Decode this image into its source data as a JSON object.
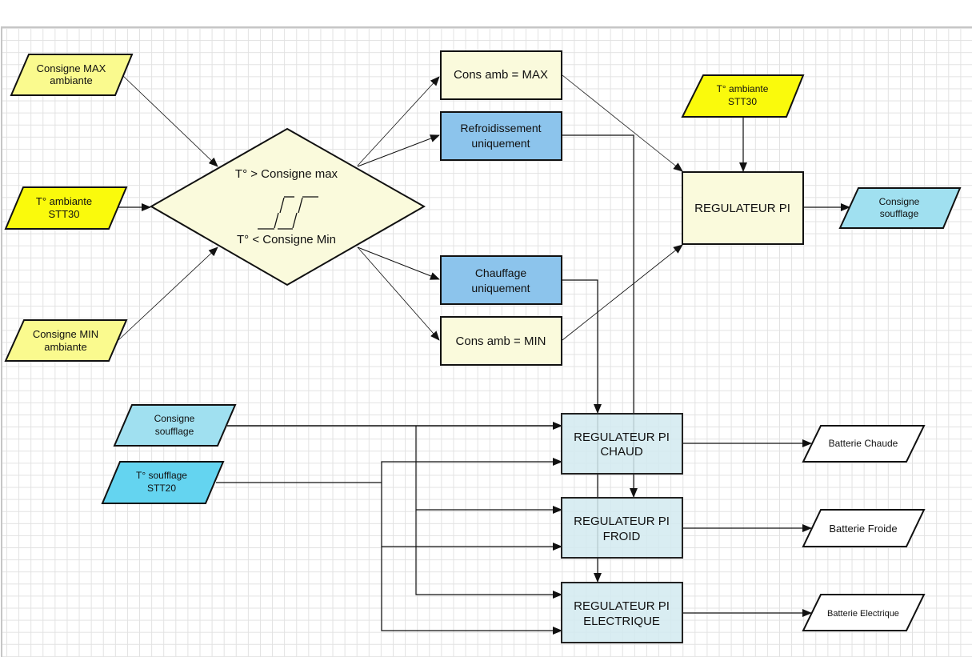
{
  "colors": {
    "pale_yellow": "#fafa8e",
    "bright_yellow": "#fafa0c",
    "cream": "#fafadc",
    "mid_blue": "#8cc4ec",
    "light_cyan": "#a0e0f0",
    "cyan": "#64d4f0",
    "pale_cyan": "#d2eaf0",
    "white": "#ffffff",
    "stroke": "#111111"
  },
  "nodes": {
    "consigne_max_ambiante": {
      "lines": [
        "Consigne MAX",
        "ambiante"
      ]
    },
    "t_ambiante_left": {
      "lines": [
        "T° ambiante",
        "STT30"
      ]
    },
    "consigne_min_ambiante": {
      "lines": [
        "Consigne MIN",
        "ambiante"
      ]
    },
    "decision": {
      "top": "T° > Consigne max",
      "bottom": "T° < Consigne Min",
      "hysteresis": [
        "__ __",
        "/ /",
        "__/__/"
      ]
    },
    "cons_amb_max": {
      "lines": [
        "Cons amb = MAX"
      ]
    },
    "refroidissement": {
      "lines": [
        "Refroidissement",
        "uniquement"
      ]
    },
    "chauffage": {
      "lines": [
        "Chauffage",
        "uniquement"
      ]
    },
    "cons_amb_min": {
      "lines": [
        "Cons amb = MIN"
      ]
    },
    "t_ambiante_top": {
      "lines": [
        "T° ambiante",
        "STT30"
      ]
    },
    "regulateur_pi": {
      "lines": [
        "REGULATEUR PI"
      ]
    },
    "consigne_soufflage_right": {
      "lines": [
        "Consigne",
        "soufflage"
      ]
    },
    "consigne_soufflage_left": {
      "lines": [
        "Consigne",
        "soufflage"
      ]
    },
    "t_soufflage": {
      "lines": [
        "T° soufflage",
        "STT20"
      ]
    },
    "reg_chaud": {
      "lines": [
        "REGULATEUR PI",
        "CHAUD"
      ]
    },
    "reg_froid": {
      "lines": [
        "REGULATEUR PI",
        "FROID"
      ]
    },
    "reg_elec": {
      "lines": [
        "REGULATEUR PI",
        "ELECTRIQUE"
      ]
    },
    "batt_chaude": {
      "lines": [
        "Batterie Chaude"
      ]
    },
    "batt_froide": {
      "lines": [
        "Batterie Froide"
      ]
    },
    "batt_elec": {
      "lines": [
        "Batterie Electrique"
      ]
    }
  }
}
